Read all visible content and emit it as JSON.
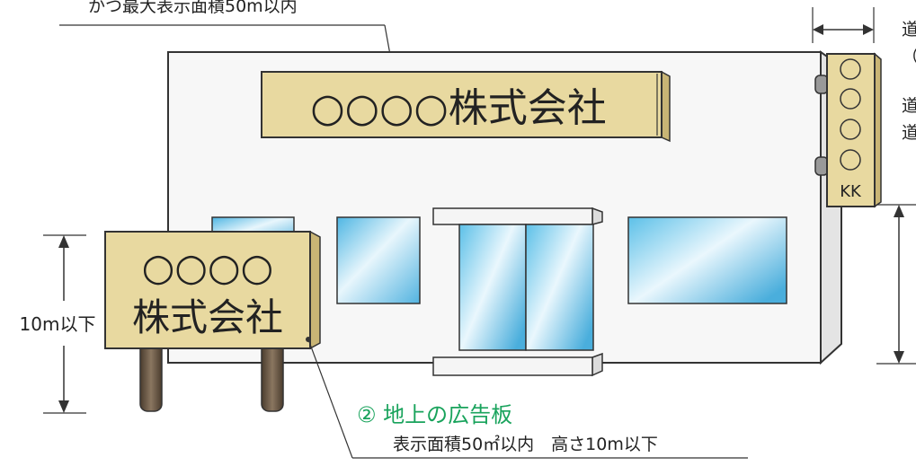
{
  "top_caption": "かつ最大表示面積50m以内",
  "wall_sign_text": "○○○○株式会社",
  "projecting_sign": {
    "circles": 4,
    "label": "KK"
  },
  "ground_sign": {
    "line1": "○○○○",
    "line2": "株式会社"
  },
  "height_label": "10m以下",
  "section_title": "② 地上の広告板",
  "section_caption": "表示面積50㎡以内　高さ10m以下",
  "right_partial_text": [
    "道",
    "（",
    "道",
    "道"
  ],
  "colors": {
    "sign_fill": "#e8d9a0",
    "outline": "#333333",
    "building": "#f7f7f7",
    "title_green": "#19a35c",
    "post": "#6b5a45",
    "glass_light": "#e8f6fc",
    "glass_dark": "#4fb6e3"
  }
}
